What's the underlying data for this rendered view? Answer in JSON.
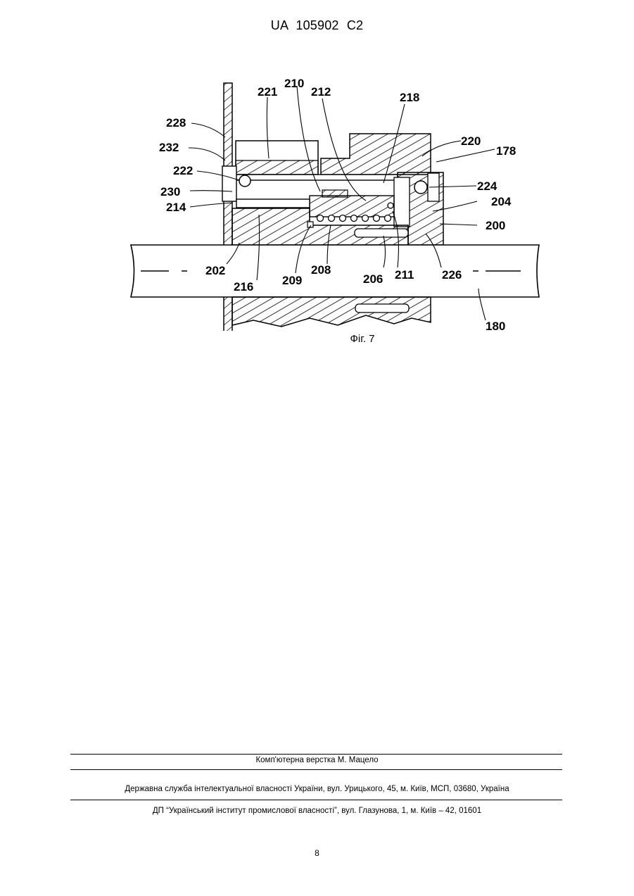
{
  "header": {
    "patent_number": "UA   105902   C2"
  },
  "figure": {
    "caption": "Фіг. 7",
    "reference_numerals": [
      "228",
      "221",
      "210",
      "212",
      "218",
      "220",
      "178",
      "232",
      "222",
      "224",
      "230",
      "204",
      "214",
      "200",
      "202",
      "216",
      "209",
      "208",
      "206",
      "211",
      "226",
      "180"
    ]
  },
  "footer": {
    "layout_credit": "Комп'ютерна верстка М. Мацело",
    "office": "Державна служба інтелектуальної власності України, вул. Урицького, 45, м. Київ, МСП, 03680, Україна",
    "institute": "ДП “Український інститут промислової власності”, вул. Глазунова, 1, м. Київ – 42, 01601"
  },
  "page": {
    "number": "8"
  }
}
